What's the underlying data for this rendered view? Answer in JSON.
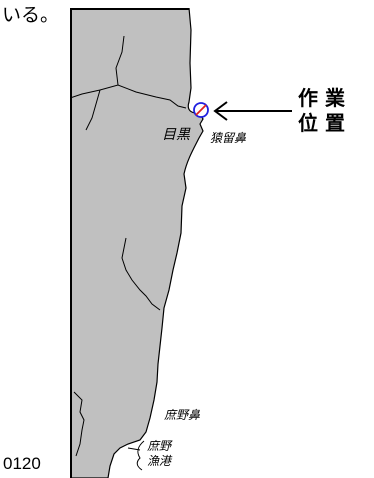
{
  "page": {
    "text_fragment": "いる。",
    "page_ref": "0120"
  },
  "map": {
    "labels": {
      "meguro": "目黒",
      "sarurubana": "猿留鼻",
      "shoyabana": "庶野鼻",
      "shoya_port_line1": "庶野",
      "shoya_port_line2": "漁港"
    },
    "callout": {
      "line1": "作 業",
      "line2": "位 置"
    },
    "colors": {
      "land": "#c0c0c0",
      "sea": "#ffffff",
      "outline": "#000000",
      "marker": "#2020e0",
      "marker_hatch": "#e02020"
    }
  }
}
